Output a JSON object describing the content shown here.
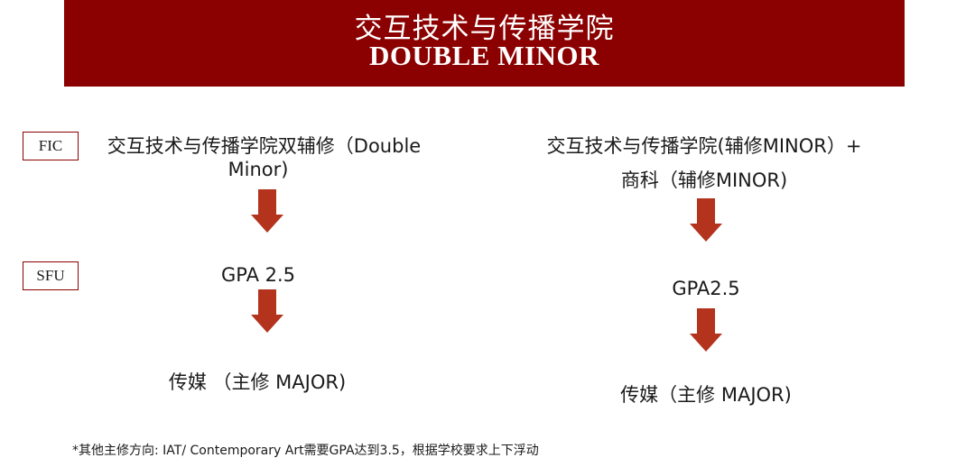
{
  "header": {
    "title_cn": "交互技术与传播学院",
    "title_en": "DOUBLE MINOR"
  },
  "tags": {
    "fic": "FIC",
    "sfu": "SFU"
  },
  "left_path": {
    "line1": "交互技术与传播学院双辅修（Double",
    "line2": "Minor)",
    "gpa": "GPA 2.5",
    "result": "传媒 （主修 MAJOR)"
  },
  "right_path": {
    "line1": "交互技术与传播学院(辅修MINOR）+",
    "line2": "商科（辅修MINOR)",
    "gpa": "GPA2.5",
    "result": "传媒（主修 MAJOR)"
  },
  "footnote": "*其他主修方向: IAT/ Contemporary Art需要GPA达到3.5，根据学校要求上下浮动",
  "colors": {
    "accent": "#8b0000",
    "arrow": "#b3331d"
  }
}
